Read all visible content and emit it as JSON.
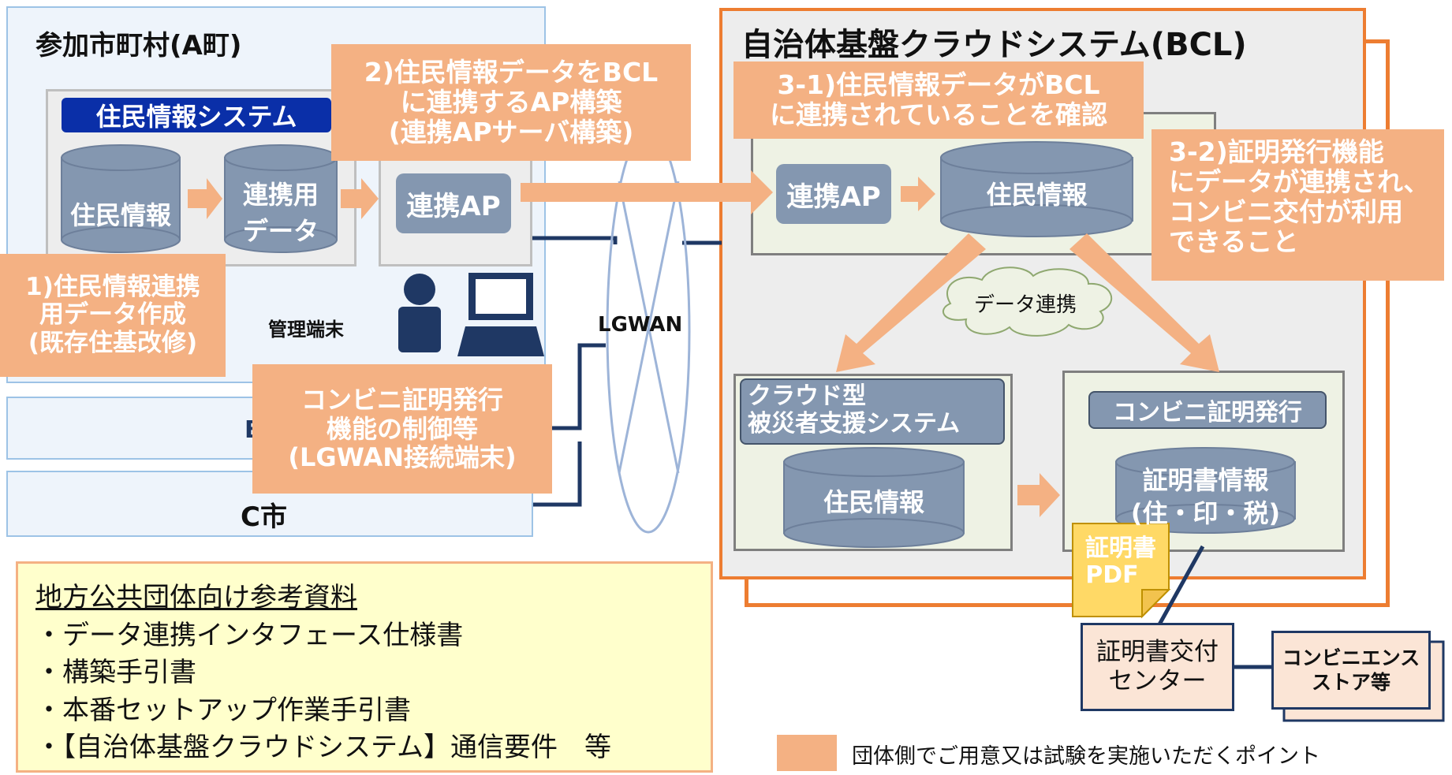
{
  "municipality": {
    "title": "参加市町村(A町)",
    "resident_system_label": "住民情報システム",
    "db_resident": "住民情報",
    "db_link_data_line1": "連携用",
    "db_link_data_line2": "データ",
    "ap_label": "連携AP",
    "admin_terminal_label": "管理端末",
    "city_c_label": "C市",
    "city_b_label": "B"
  },
  "network": {
    "lgwan_label": "LGWAN"
  },
  "bcl": {
    "title": "自治体基盤クラウドシステム(BCL)",
    "ap_label": "連携AP",
    "db_resident": "住民情報",
    "data_link_label": "データ連携",
    "disaster_system_line1": "クラウド型",
    "disaster_system_line2": "被災者支援システム",
    "disaster_db": "住民情報",
    "conv_issue_label": "コンビニ証明発行",
    "cert_db_line1": "証明書情報",
    "cert_db_line2": "(住・印・税)",
    "pdf_line1": "証明書",
    "pdf_line2": "PDF"
  },
  "notes": {
    "n1_line1": "1)住民情報連携",
    "n1_line2": "用データ作成",
    "n1_line3": "(既存住基改修)",
    "n2_line1": "2)住民情報データをBCL",
    "n2_line2": "に連携するAP構築",
    "n2_line3": "(連携APサーバ構築)",
    "n31_line1": "3-1)住民情報データがBCL",
    "n31_line2": "に連携されていることを確認",
    "n32_line1": "3-2)証明発行機能",
    "n32_line2": "にデータが連携され、",
    "n32_line3": "コンビニ交付が利用",
    "n32_line4": "できること",
    "nc_line1": "コンビニ証明発行",
    "nc_line2": "機能の制御等",
    "nc_line3": "(LGWAN接続端末)"
  },
  "center": {
    "cert_center_line1": "証明書交付",
    "cert_center_line2": "センター",
    "store_line1": "コンビニエンス",
    "store_line2": "ストア等"
  },
  "references": {
    "title": "地方公共団体向け参考資料",
    "items": [
      "・データ連携インタフェース仕様書",
      "・構築手引書",
      "・本番セットアップ作業手引書",
      "・【自治体基盤クラウドシステム】通信要件　等"
    ]
  },
  "legend": {
    "text": "団体側でご用意又は試験を実施いただくポイント"
  },
  "colors": {
    "note_orange": "#F4B183",
    "bcl_border": "#ED7D31",
    "db_slate": "#8497B0",
    "navy": "#1F3864",
    "municipal_bg": "#EEF4FB"
  }
}
